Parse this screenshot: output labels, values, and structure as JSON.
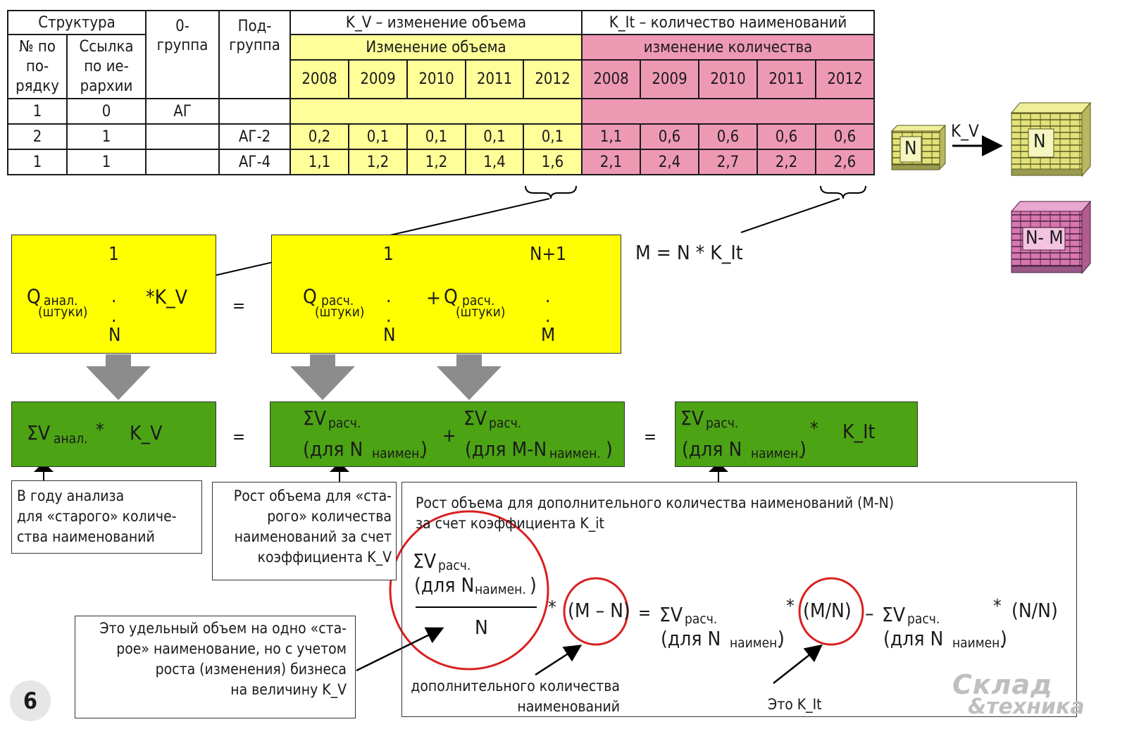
{
  "table": {
    "header": {
      "structure": "Структура",
      "group0": "0-группа",
      "subgroup": "Под-группа",
      "kv_title": "K_V – изменение объема",
      "kit_title": "K_It – количество наименований",
      "num": "№ по по-рядку",
      "link": "Ссылка по ие-рархии",
      "vol_change": "Изменение объема",
      "qty_change": "изменение количества",
      "years": [
        "2008",
        "2009",
        "2010",
        "2011",
        "2012"
      ]
    },
    "rows": [
      {
        "num": "1",
        "link": "0",
        "group": "АГ",
        "subgroup": "",
        "vol": [
          "",
          "",
          "",
          "",
          ""
        ],
        "qty": [
          "",
          "",
          "",
          "",
          ""
        ]
      },
      {
        "num": "2",
        "link": "1",
        "group": "",
        "subgroup": "АГ-2",
        "vol": [
          "0,2",
          "0,1",
          "0,1",
          "0,1",
          "0,1"
        ],
        "qty": [
          "1,1",
          "0,6",
          "0,6",
          "0,6",
          "0,6"
        ]
      },
      {
        "num": "1",
        "link": "1",
        "group": "",
        "subgroup": "АГ-4",
        "vol": [
          "1,1",
          "1,2",
          "1,2",
          "1,4",
          "1,6"
        ],
        "qty": [
          "2,1",
          "2,4",
          "2,7",
          "2,2",
          "2,6"
        ]
      }
    ]
  },
  "pallets": {
    "n1": "N",
    "arrow_label": "K_V",
    "n2": "N",
    "nm": "N- M"
  },
  "formula_m": "M = N * K_It",
  "yellow_left": {
    "q": "Q",
    "q_sub": "анал.",
    "q_sub2": "(штуки)",
    "vec": [
      "1",
      ".",
      ".",
      "N"
    ],
    "mult": "*K_V"
  },
  "equals": "=",
  "yellow_right": {
    "q": "Q",
    "q_sub": "расч.",
    "q_sub2": "(штуки)",
    "vec1": [
      "1",
      ".",
      ".",
      "N"
    ],
    "plus": "+",
    "vec2": [
      "N+1",
      ".",
      ".",
      "M"
    ]
  },
  "green1": {
    "sigma": "ΣV",
    "sub": "анал.",
    "star": "*",
    "kv": "K_V"
  },
  "green2": {
    "s1": "ΣV",
    "s1_sub": "расч.",
    "l1": "(для N",
    "l1_sub": "наимен.",
    "l1_end": ")",
    "plus": "+",
    "s2": "ΣV",
    "s2_sub": "расч.",
    "l2": "(для M-N",
    "l2_sub": "наимен.",
    "l2_end": ")"
  },
  "green3": {
    "s": "ΣV",
    "s_sub": "расч.",
    "l": "(для N",
    "l_sub": "наимен.",
    "l_end": ")",
    "star": "*",
    "kit": "K_It"
  },
  "notes": {
    "n1": [
      "В году анализа",
      "для «старого» количе-",
      "ства наименований"
    ],
    "n2": [
      "Рост объема для «ста-",
      "рого» количества",
      "наименований за счет",
      "коэффициента K_V"
    ],
    "big_title": [
      "Рост объема для дополнительного количества наименований (M-N)",
      "за счет коэффициента K_it"
    ],
    "n3": [
      "Это удельный объем на одно «ста-",
      "рое» наименование, но с учетом",
      "роста (изменения) бизнеса",
      "на величину K_V"
    ],
    "n4": [
      "дополнительного количества",
      "наименований"
    ],
    "n5": "Это K_It"
  },
  "bottom_formula": {
    "frac_s": "ΣV",
    "frac_sub": "расч.",
    "frac_l": "(для N",
    "frac_lsub": "наимен.",
    "frac_end": ")",
    "denom": "N",
    "star1": "*",
    "mn": "(M – N)",
    "eq": "=",
    "s2": "ΣV",
    "s2_sub": "расч.",
    "l2": "(для N",
    "l2_sub": "наимен.",
    "l2_end": ")",
    "star2": "*",
    "m_over_n": "(M/N)",
    "minus": "–",
    "s3": "ΣV",
    "s3_sub": "расч.",
    "l3": "(для N",
    "l3_sub": "наимен.",
    "l3_end": ")",
    "star3": "*",
    "n_over_n": "(N/N)"
  },
  "figure_number": "6",
  "logo": [
    "Склад",
    "&техника"
  ],
  "colors": {
    "yellow_box": "#ffff00",
    "yellow_table": "#ffff99",
    "pink_table": "#ee99b4",
    "green": "#4ca314",
    "circle": "#d92020",
    "arrow_grey": "#8c8c8c"
  }
}
